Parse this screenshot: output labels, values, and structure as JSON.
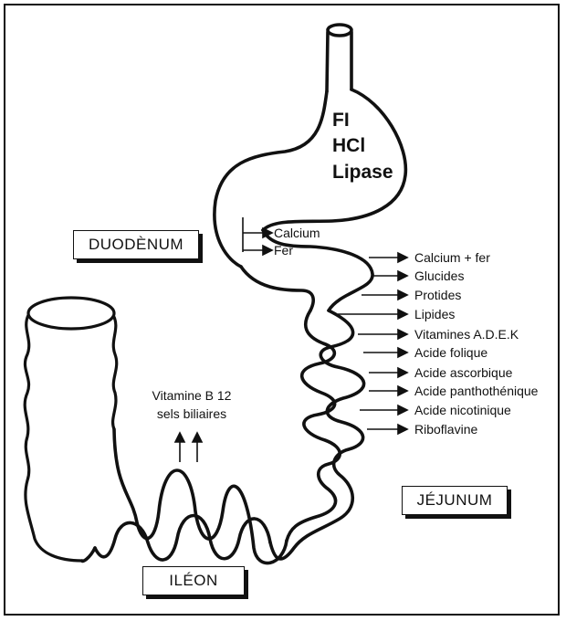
{
  "stomach_labels": [
    "FI",
    "HCl",
    "Lipase"
  ],
  "duodenum_absorption": [
    "Calcium",
    "Fer"
  ],
  "jejunum_absorption": [
    "Calcium + fer",
    "Glucides",
    "Protides",
    "Lipides",
    "Vitamines A.D.E.K",
    "Acide folique",
    "Acide ascorbique",
    "Acide panthothénique",
    "Acide nicotinique",
    "Riboflavine"
  ],
  "ileum_absorption": {
    "line1": "Vitamine B 12",
    "line2": "sels biliaires"
  },
  "segments": {
    "duodenum": "DUODÈNUM",
    "jejunum": "JÉJUNUM",
    "ileum": "ILÉON"
  }
}
